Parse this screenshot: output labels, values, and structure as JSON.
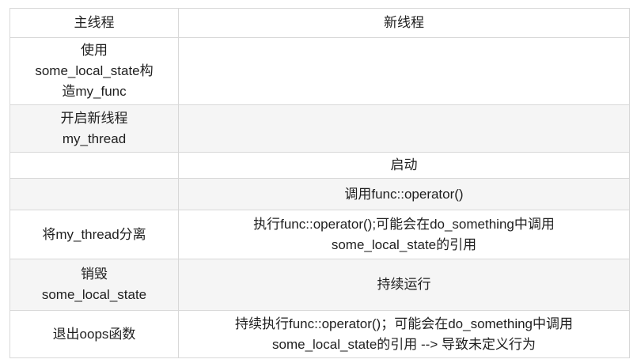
{
  "colors": {
    "border": "#d8d8d8",
    "stripe": "#f5f5f5",
    "text": "#1f1f1f",
    "background": "#ffffff"
  },
  "table": {
    "columns": [
      {
        "label": "主线程"
      },
      {
        "label": "新线程"
      }
    ],
    "rows": [
      {
        "cells": [
          {
            "lines": [
              "使用",
              "some_local_state构",
              "造my_func"
            ]
          },
          {
            "lines": []
          }
        ]
      },
      {
        "cells": [
          {
            "lines": [
              "开启新线程",
              "my_thread"
            ]
          },
          {
            "lines": []
          }
        ]
      },
      {
        "cells": [
          {
            "lines": []
          },
          {
            "lines": [
              "启动"
            ]
          }
        ]
      },
      {
        "cells": [
          {
            "lines": []
          },
          {
            "lines": [
              "调用func::operator()"
            ]
          }
        ]
      },
      {
        "cells": [
          {
            "lines": [
              "将my_thread分离"
            ]
          },
          {
            "lines": [
              "执行func::operator();可能会在do_something中调用",
              "some_local_state的引用"
            ]
          }
        ]
      },
      {
        "cells": [
          {
            "lines": [
              "销毁",
              "some_local_state"
            ]
          },
          {
            "lines": [
              "持续运行"
            ]
          }
        ]
      },
      {
        "cells": [
          {
            "lines": [
              "退出oops函数"
            ]
          },
          {
            "lines": [
              "持续执行func::operator()；可能会在do_something中调用",
              "some_local_state的引用 --> 导致未定义行为"
            ]
          }
        ]
      }
    ]
  }
}
